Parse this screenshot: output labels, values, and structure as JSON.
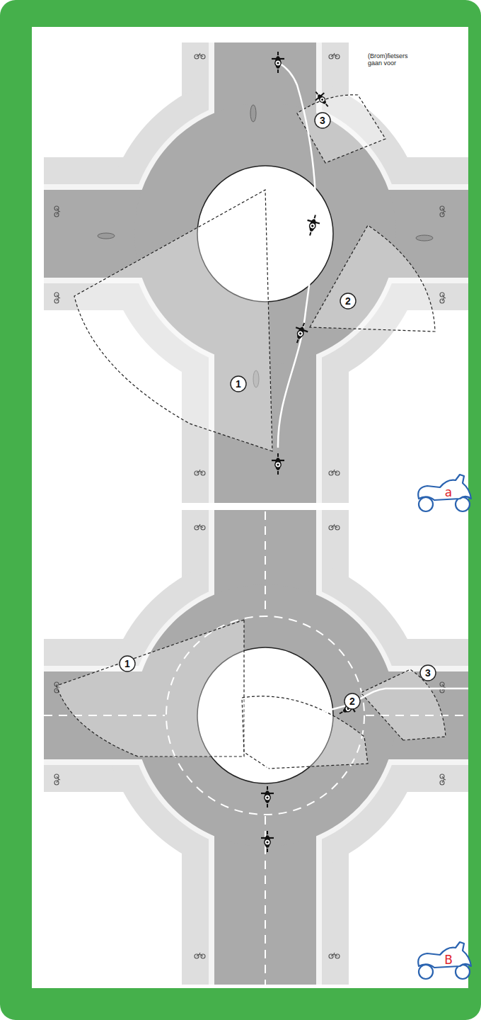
{
  "diagram": {
    "labels": [
      "(Brom)fietsers gaan voor",
      "3",
      "2",
      "1",
      "a",
      "1",
      "2",
      "3",
      "B"
    ]
  }
}
